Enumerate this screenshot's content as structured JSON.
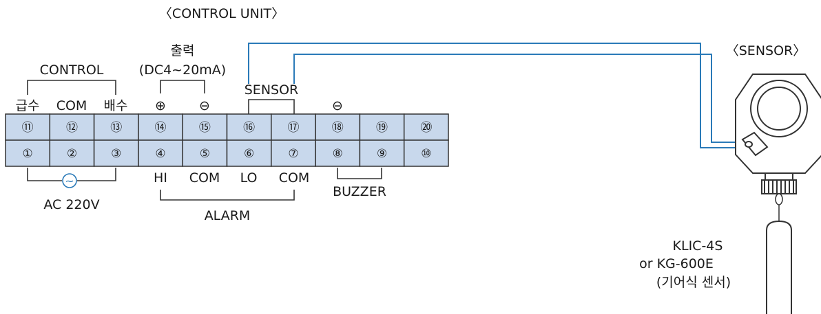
{
  "titles": {
    "control_unit": "〈CONTROL UNIT〉",
    "sensor": "〈SENSOR〉"
  },
  "labels": {
    "control_group": "CONTROL",
    "output_top": "출력",
    "output_bottom": "(DC4~20mA)",
    "sensor_group": "SENSOR",
    "supply": "급수",
    "com_top": "COM",
    "drain": "배수",
    "plus": "⊕",
    "minus1": "⊖",
    "minus2": "⊖",
    "hi": "HI",
    "com5": "COM",
    "lo": "LO",
    "com7": "COM",
    "buzzer": "BUZZER",
    "alarm": "ALARM",
    "ac": "AC 220V",
    "ac_symbol": "~"
  },
  "terminals": {
    "top": [
      "⑪",
      "⑫",
      "⑬",
      "⑭",
      "⑮",
      "⑯",
      "⑰",
      "⑱",
      "⑲",
      "⑳"
    ],
    "bottom": [
      "①",
      "②",
      "③",
      "④",
      "⑤",
      "⑥",
      "⑦",
      "⑧",
      "⑨",
      "⑩"
    ]
  },
  "sensor_model": {
    "line1": "KLIC-4S",
    "line2": "or KG-600E",
    "line3": "(기어식 센서)"
  },
  "colors": {
    "terminal_fill": "#c8d8ec",
    "terminal_border": "#333333",
    "wire_blue": "#2a7ab8",
    "line": "#333333",
    "ac_circle": "#2a7ab8"
  }
}
